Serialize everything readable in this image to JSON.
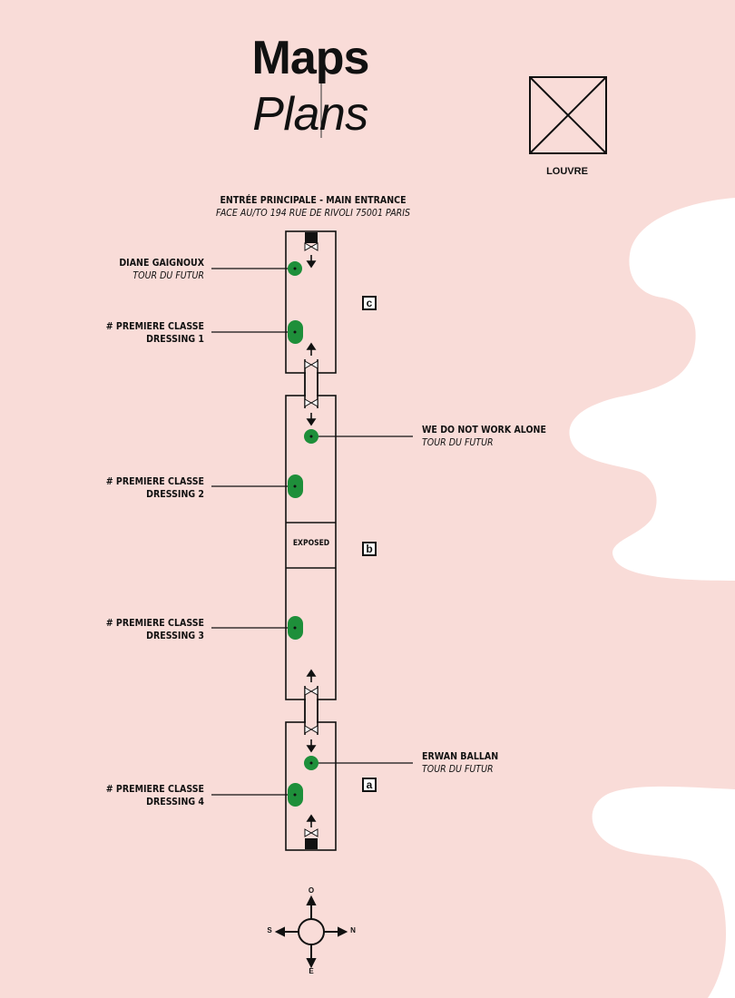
{
  "header": {
    "title_en": "Maps",
    "title_fr": "Plans"
  },
  "landmark": {
    "name": "LOUVRE",
    "icon": "crossed-square-icon"
  },
  "entrance": {
    "title": "ENTRÉE PRINCIPALE - MAIN ENTRANCE",
    "address": "FACE AU/TO 194 RUE DE RIVOLI 75001 PARIS"
  },
  "colors": {
    "background": "#f9dcd8",
    "marker": "#1e8f3a",
    "ink": "#111111",
    "blob": "#ffffff"
  },
  "sections": [
    {
      "id": "c",
      "label": "c"
    },
    {
      "id": "b",
      "label": "b",
      "room_label": "EXPOSED"
    },
    {
      "id": "a",
      "label": "a"
    }
  ],
  "points": [
    {
      "name": "DIANE GAIGNOUX",
      "subtitle": "TOUR DU FUTUR",
      "section": "c",
      "side": "left",
      "marker": "circle"
    },
    {
      "name": "# PREMIERE CLASSE",
      "subtitle": "DRESSING 1",
      "section": "c",
      "side": "left",
      "marker": "pill"
    },
    {
      "name": "WE DO NOT WORK ALONE",
      "subtitle": "TOUR DU FUTUR",
      "section": "b",
      "side": "right",
      "marker": "circle"
    },
    {
      "name": "# PREMIERE CLASSE",
      "subtitle": "DRESSING 2",
      "section": "b",
      "side": "left",
      "marker": "pill"
    },
    {
      "name": "# PREMIERE CLASSE",
      "subtitle": "DRESSING 3",
      "section": "b",
      "side": "left",
      "marker": "pill"
    },
    {
      "name": "ERWAN BALLAN",
      "subtitle": "TOUR DU FUTUR",
      "section": "a",
      "side": "right",
      "marker": "circle"
    },
    {
      "name": "# PREMIERE CLASSE",
      "subtitle": "DRESSING 4",
      "section": "a",
      "side": "left",
      "marker": "pill"
    }
  ],
  "compass": {
    "up": "O",
    "down": "E",
    "left": "S",
    "right": "N"
  }
}
